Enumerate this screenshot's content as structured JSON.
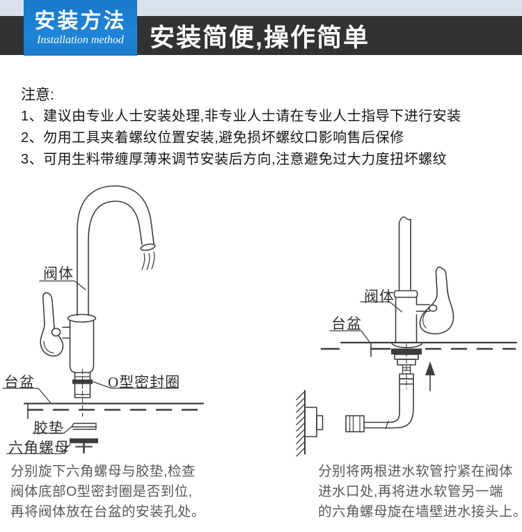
{
  "colors": {
    "page-bg": "#ffffff",
    "strip-bg": "#dbe1ea",
    "banner-bg": "#323232",
    "badge-bg": "#1b80d2",
    "ink": "#161616",
    "caption-color": "#58595b",
    "line-color": "#3c3c3c",
    "label-color": "#2f2f2f"
  },
  "header": {
    "badge_title": "安装方法",
    "badge_subtitle": "Installation method",
    "banner_title": "安装简便,操作简单"
  },
  "notes": {
    "heading": "注意:",
    "item1": "1、建议由专业人士安装处理,非专业人士请在专业人士指导下进行安装",
    "item2": "2、勿用工具夹着螺纹位置安装,避免损坏螺纹口影响售后保修",
    "item3": "3、可用生料带缠厚薄来调节安装后方向,注意避免过大力度扭坏螺纹"
  },
  "left_diagram": {
    "label_valve_body": "阀体",
    "label_basin": "台盆",
    "label_o_ring": "O型密封圈",
    "label_gasket": "胶垫",
    "label_hex_nut": "六角螺母",
    "caption_line1": "分别旋下六角螺母与胶垫,检查",
    "caption_line2": "阀体底部O型密封圈是否到位,",
    "caption_line3": "再将阀体放在台盆的安装孔处。"
  },
  "right_diagram": {
    "label_valve_body": "阀体",
    "label_basin": "台盆",
    "caption_line1": "分别将两根进水软管拧紧在阀体",
    "caption_line2": "进水口处,再将进水软管另一端",
    "caption_line3": "的六角螺母旋在墙壁进水接头上。"
  }
}
